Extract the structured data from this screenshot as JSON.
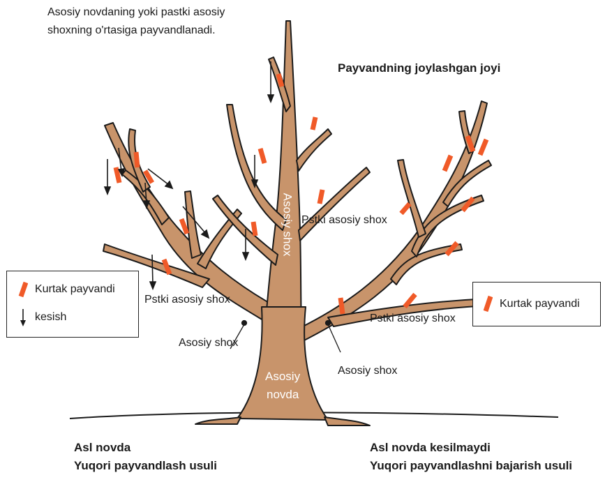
{
  "top_note": {
    "line1": "Asosiy novdaning yoki pastki asosiy",
    "line2": "shoxning o'rtasiga payvandlanadi."
  },
  "location_title": "Payvandning joylashgan joyi",
  "labels": {
    "central_leader": "Asosiy shox",
    "upper_right_branch": "Pstki asosiy shox",
    "left_branch": "Pstki asosiy shox",
    "right_branch": "Pstki asosiy shox",
    "left_scaffold": "Asosiy shox",
    "right_scaffold": "Asosiy shox",
    "trunk_line1": "Asosiy",
    "trunk_line2": "novda"
  },
  "legend_left": {
    "bud_graft": "Kurtak payvandi",
    "cut": "kesish"
  },
  "legend_right": {
    "bud_graft": "Kurtak payvandi"
  },
  "bottom_left": {
    "line1": "Asl novda",
    "line2": "Yuqori payvandlash usuli"
  },
  "bottom_right": {
    "line1": "Asl novda kesilmaydi",
    "line2": "Yuqori payvandlashni bajarish usuli"
  },
  "colors": {
    "bark": "#c8946b",
    "outline": "#1a1a1a",
    "graft": "#f05a28"
  }
}
